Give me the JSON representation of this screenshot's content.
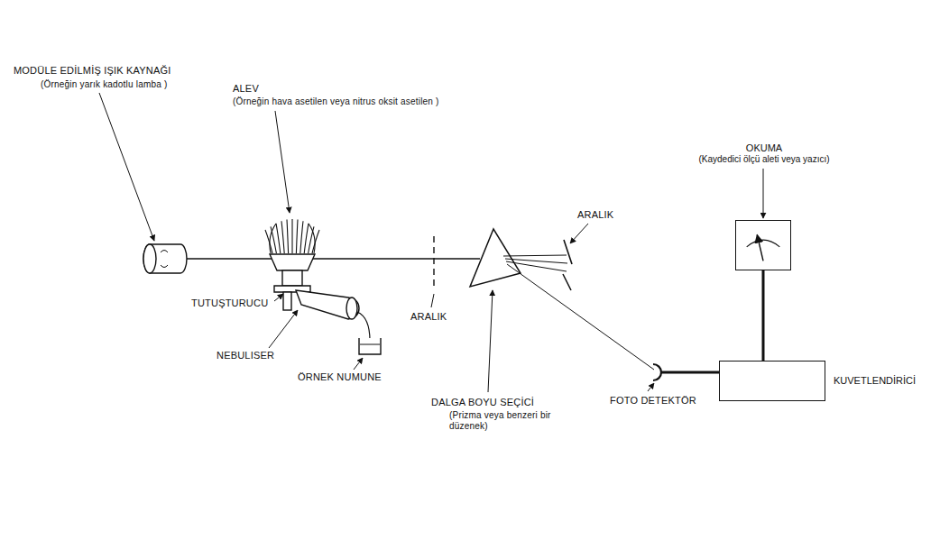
{
  "diagram": {
    "nodes": [
      {
        "text": [
          "OKUMA",
          "(Kaydedici ölçü aleti veya yazıcı)"
        ]
      },
      {
        "text": [
          "KUVETLENDİRİCİ"
        ]
      }
    ],
    "edges": [
      {
        "from": 0,
        "to": 1,
        "arrow": "none"
      }
    ],
    "labels": [
      "MODÜLE EDİLMİŞ IŞIK KAYNAĞI",
      "(Örneğin yarık kadotlu lamba )",
      "ALEV",
      "(Örneğin hava asetilen veya nitrus oksit asetilen )",
      "TUTUŞTURUCU",
      "NEBULISER",
      "ÖRNEK NUMUNE",
      "ARALIK",
      "DALGA BOYU SEÇİCİ",
      "(Prizma veya benzeri bir düzenek)",
      "ARALIK",
      "FOTO DETEKTÖR"
    ]
  }
}
